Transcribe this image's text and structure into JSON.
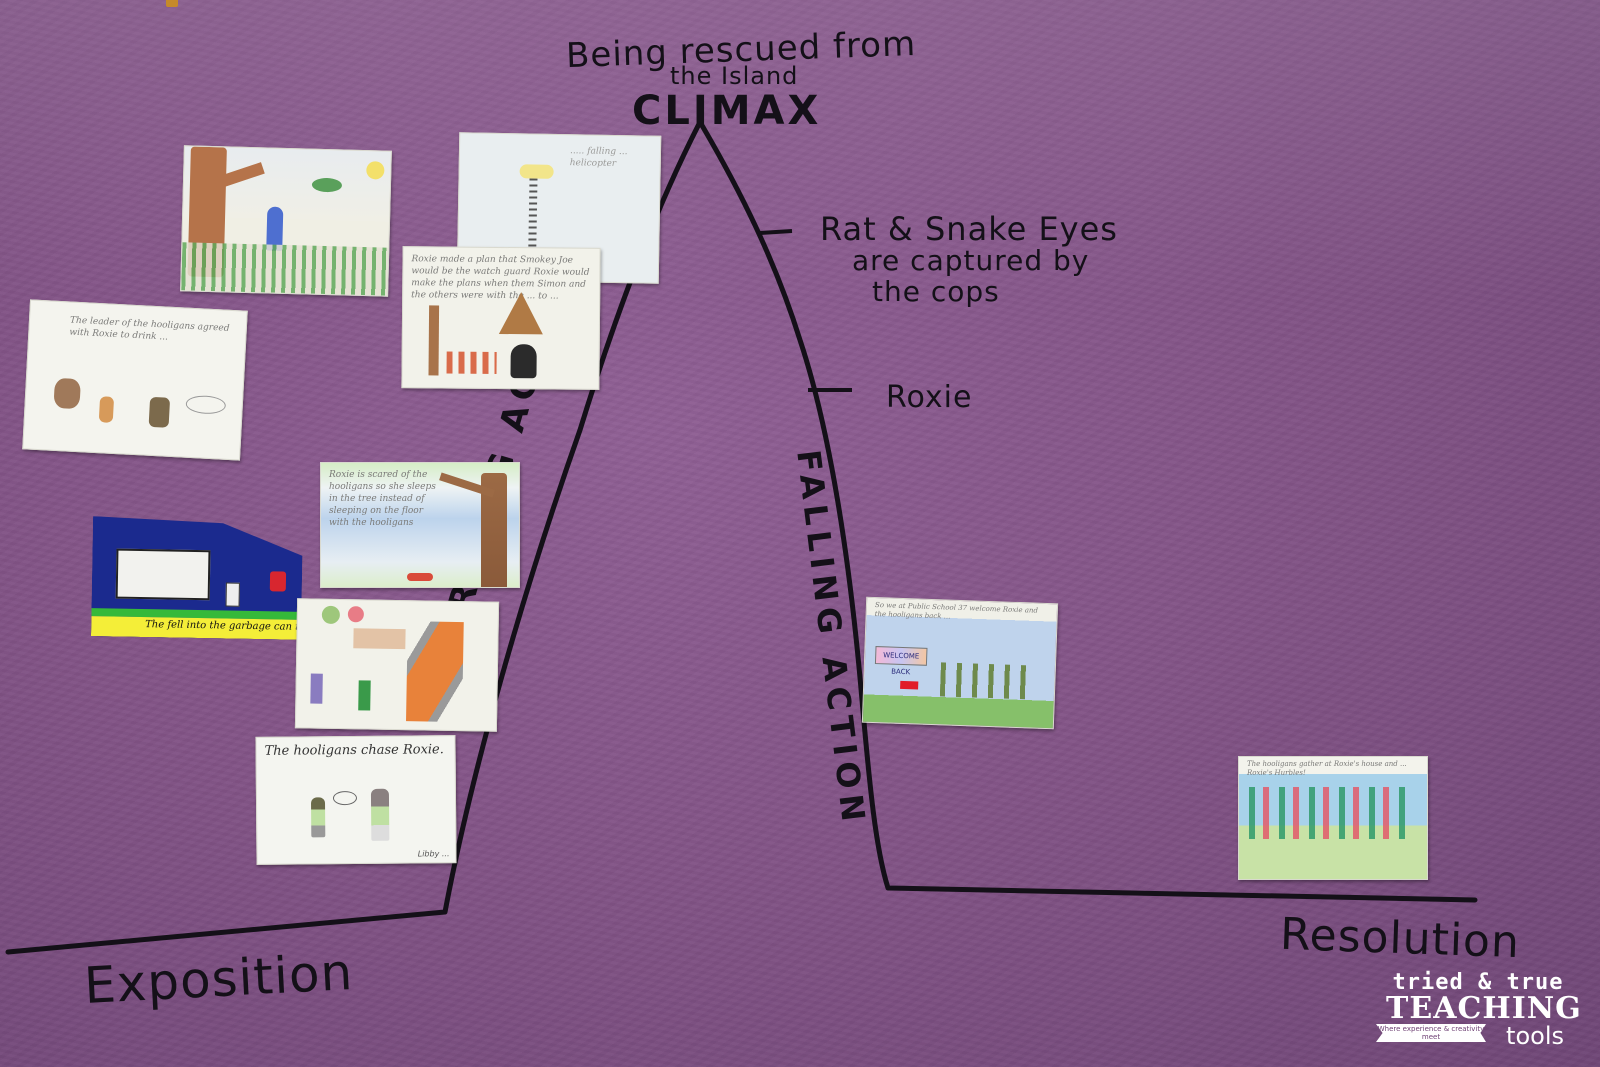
{
  "poster": {
    "background_color": "#835487",
    "line_color": "#141018",
    "climax": {
      "event_line1": "Being rescued from",
      "event_line2": "the Island",
      "label": "CLIMAX"
    },
    "falling_events": [
      {
        "lines": [
          "Rat & Snake Eyes",
          "are captured by",
          "the cops"
        ]
      },
      {
        "lines": [
          "Roxie"
        ]
      }
    ],
    "section_labels": {
      "rising": "RISING ACTION",
      "falling": "FALLING ACTION",
      "exposition": "Exposition",
      "resolution": "Resolution"
    }
  },
  "cards": [
    {
      "id": "card-tree-boy",
      "caption": "",
      "signature": ""
    },
    {
      "id": "card-helicopter",
      "caption": "..... falling ... helicopter"
    },
    {
      "id": "card-plan",
      "caption": "Roxie made a plan that Smokey Joe would be the watch guard Roxie would make the plans when them Simon and the others were with the ... to ..."
    },
    {
      "id": "card-leader",
      "caption": "The leader of the hooligans agreed with Roxie to drink ..."
    },
    {
      "id": "card-tree-sleep",
      "caption": "Roxie is scared of the hooligans so she sleeps in the tree instead of sleeping on the floor with the hooligans"
    },
    {
      "id": "card-garbage",
      "caption": "The fell into the garbage can they ..."
    },
    {
      "id": "card-slide",
      "caption": ""
    },
    {
      "id": "card-chase",
      "caption": "The hooligans chase Roxie.",
      "signature": "Libby ..."
    },
    {
      "id": "card-welcome",
      "caption": "So we at Public School 37 welcome Roxie and the hooligans back ...",
      "banner": "WELCOME BACK"
    },
    {
      "id": "card-family",
      "caption": "The hooligans gather at Roxie's house and ... Roxie's Hurbles!"
    }
  ],
  "watermark": {
    "line1": "tried & true",
    "line2": "TEACHING",
    "ribbon": "Where experience & creativity meet",
    "line3": "tools"
  }
}
